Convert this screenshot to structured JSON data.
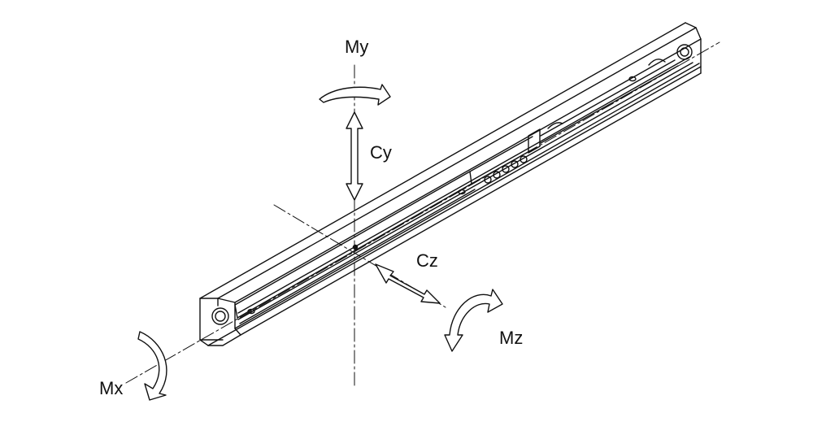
{
  "labels": {
    "my": "My",
    "cy": "Cy",
    "cz": "Cz",
    "mz": "Mz",
    "mx": "Mx"
  },
  "colors": {
    "line": "#111111",
    "background": "#ffffff"
  }
}
